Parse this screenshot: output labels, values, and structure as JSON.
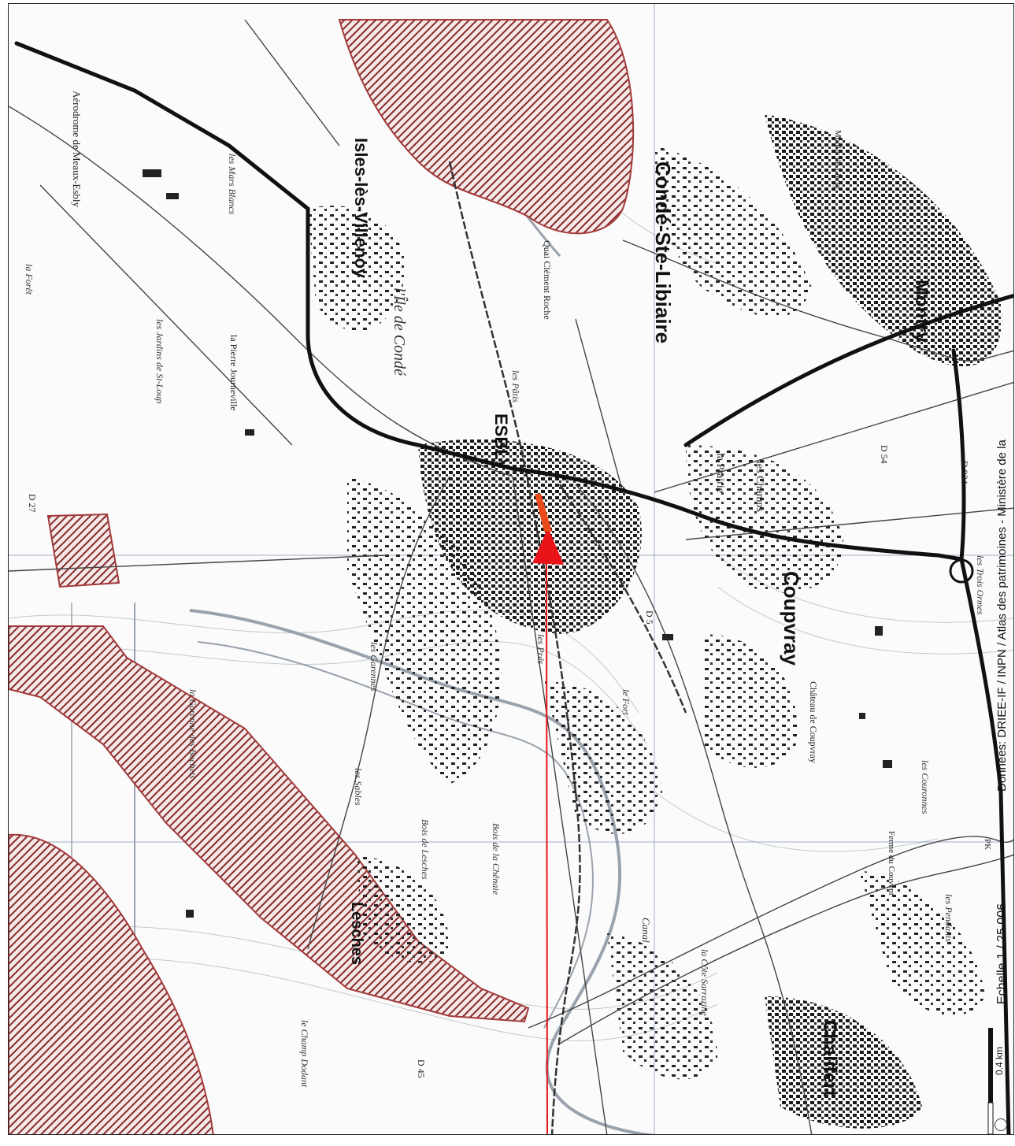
{
  "map": {
    "colors": {
      "zone_fill": "#8b2a2a",
      "zone_stroke": "#a33a3a",
      "road": "#111111",
      "marker": "#e8141a",
      "grid": "#7a8fb5",
      "water": "#9aa3ad"
    },
    "towns": {
      "esbly": "ESBLY",
      "isles": "Isles-lès-Villenoy",
      "conde": "Condé-Ste-Libiaire",
      "coupvray": "Coupvray",
      "montry": "Montry",
      "chalifert": "Chalifert",
      "lesches": "Lesches"
    },
    "places": {
      "aerodrome": "Aérodrome de Meaux-Esbly",
      "ile_de_conde": "l'Île de Condé",
      "foret": "la Forêt",
      "prairie": "la Prairie",
      "champs": "les Champs",
      "chateau_coupvray": "Château de Coupvray",
      "quai": "Quai Clément Roche",
      "pre_pelle": "les Pâtis",
      "bois_lesches": "Bois de Lesches",
      "bois_chene": "Bois de la Chênaie",
      "mars_blancs": "les Mars Blancs",
      "jardins": "les Jardins de St-Loup",
      "pierre": "la Pierre Journeville",
      "sables": "les Sables",
      "garenne": "la Garenne des Bochets",
      "champ_dodant": "le Champ Dodant",
      "ferme_couvent": "Ferme du Couvent",
      "couronnes": "les Couronnes",
      "trois_ormes": "les Trois Ormes",
      "pendants": "les Pendants",
      "cote_sarrazine": "la Côte Sarrazine",
      "pres": "les Prés",
      "garennes": "les Garennes",
      "fort": "le Fort",
      "moulin": "Moulin de Lierry",
      "canal": "Canal",
      "d27": "D 27",
      "d5": "D 5",
      "d45": "D 45",
      "d54": "D 54",
      "d934": "D 934",
      "pk": "PK"
    },
    "scale": {
      "label": "Echelle 1 / 25 006",
      "distance": "0.4 km"
    },
    "credit": "Données: DRIEE-IF / INPN / Atlas des patrimoines - Ministère de la"
  }
}
